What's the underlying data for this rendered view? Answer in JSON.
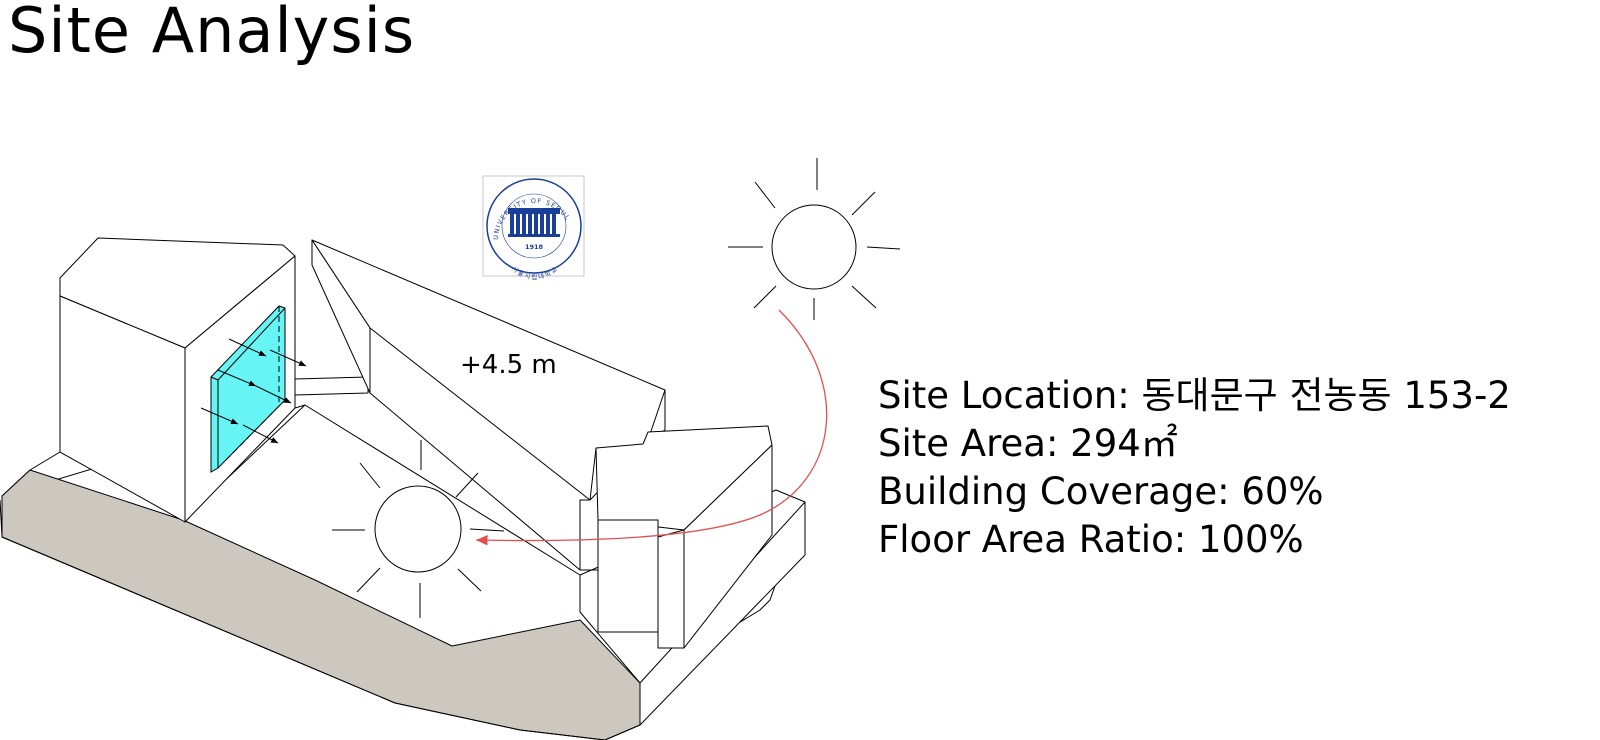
{
  "page": {
    "title": "Site Analysis"
  },
  "diagram": {
    "elevation_label": "+4.5 m",
    "colors": {
      "ground": "#cdc8bf",
      "window_glass": "#66f4f4",
      "sun_path_arrow": "#e05050",
      "outline": "#000000"
    },
    "logo": {
      "arc_text": "UNIVERSITY OF SEOUL",
      "year": "1918",
      "korean_name": "서울시립대학교",
      "color": "#1a3f9a"
    }
  },
  "site_info": {
    "location": "Site Location: 동대문구 전농동 153-2",
    "area": "Site Area: 294㎡",
    "coverage": "Building Coverage: 60%",
    "far": "Floor Area Ratio: 100%"
  }
}
